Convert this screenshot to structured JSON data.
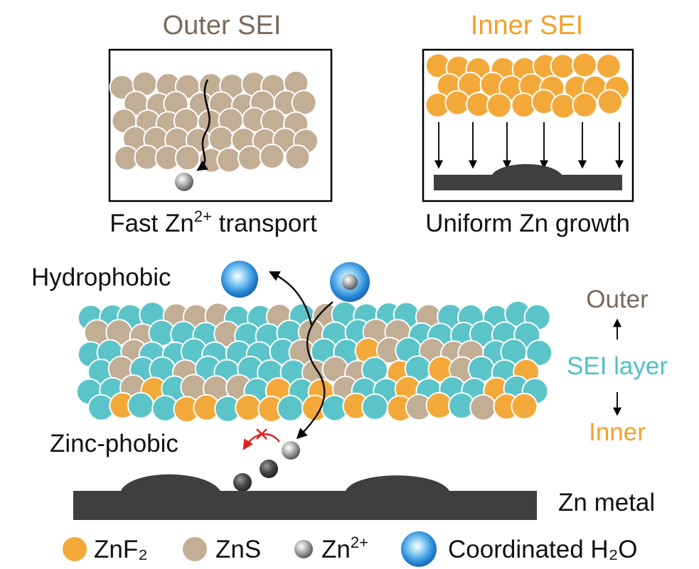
{
  "panels": {
    "outer": {
      "title": "Outer SEI",
      "caption_pre": "Fast Zn",
      "caption_sup": "2+",
      "caption_post": " transport"
    },
    "inner": {
      "title": "Inner SEI",
      "caption": "Uniform Zn growth"
    }
  },
  "main": {
    "hydrophobic_label": "Hydrophobic",
    "zincphobic_label": "Zinc-phobic",
    "outer_label": "Outer",
    "sei_layer_label": "SEI layer",
    "inner_label": "Inner",
    "zn_metal_label": "Zn metal"
  },
  "legend": {
    "znf2": "ZnF₂",
    "zns": "ZnS",
    "zn_ion_pre": "Zn",
    "zn_ion_sup": "2+",
    "water": "Coordinated H₂O"
  },
  "colors": {
    "znf2": "#f3a93a",
    "zns": "#c2ad95",
    "cyan": "#5bc4c9",
    "outer_text": "#7a6a5a",
    "inner_text": "#f3a02b",
    "sei_text": "#4fc0c6",
    "metal": "#3f3f3f",
    "blocked": "#e02020"
  },
  "icons": {
    "zn_ion": "grey-sphere-icon",
    "water": "blue-sphere-icon",
    "blocked": "red-x-icon"
  }
}
